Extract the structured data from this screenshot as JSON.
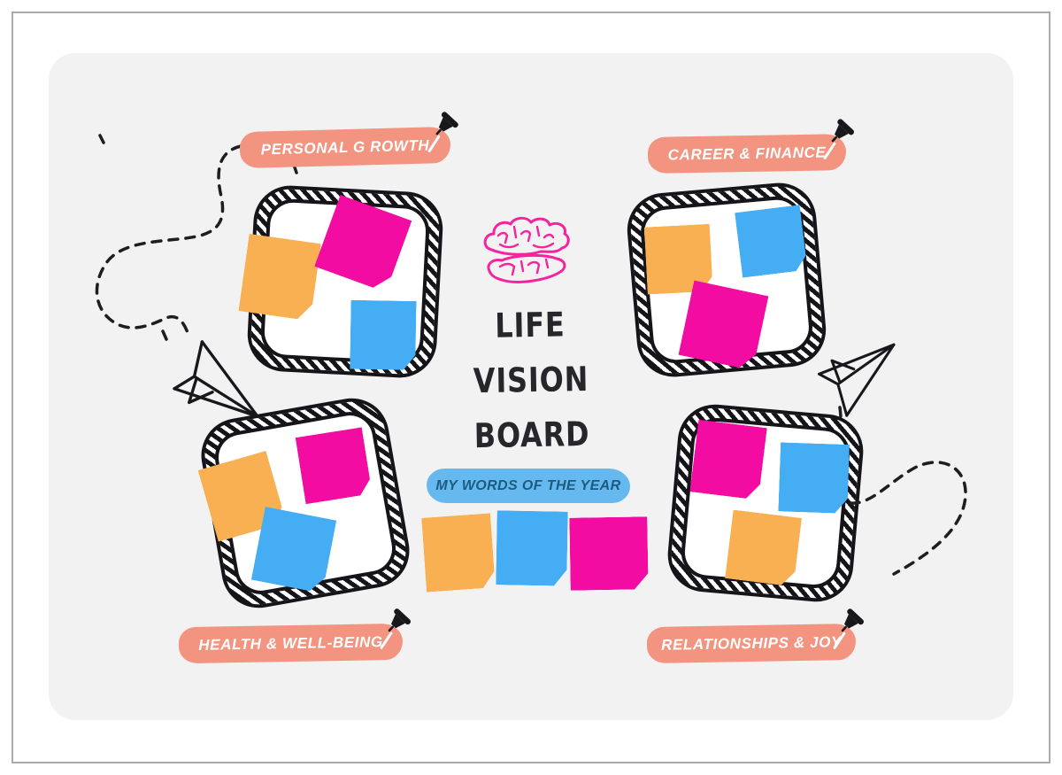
{
  "app": {
    "canvas_bg": "#f2f2f2",
    "page_bg": "#ffffff",
    "frame_border_color": "#ababab",
    "ink_color": "#17171c"
  },
  "title": {
    "lines": [
      "LIFE",
      "VISION",
      "BOARD"
    ],
    "color": "#26262b"
  },
  "brain": {
    "icon": "brain-icon",
    "color": "#f5239e"
  },
  "words_pill": {
    "label": "MY WORDS OF THE YEAR",
    "bg": "#66b9ef",
    "text_color": "#1c5b80"
  },
  "category_pills": {
    "bg": "#f2947f",
    "text_color": "#ffffff",
    "items": [
      {
        "id": "personal-growth",
        "label": "PERSONAL G ROWTH"
      },
      {
        "id": "career-finance",
        "label": "CAREER & FINANCE"
      },
      {
        "id": "health-wellbeing",
        "label": "HEALTH & WELL-BEING"
      },
      {
        "id": "relationships-joy",
        "label": "RELATIONSHIPS & JOY"
      }
    ]
  },
  "sticky_colors": {
    "orange": "#f9b052",
    "magenta": "#f20ca2",
    "blue": "#45adf3"
  },
  "boards": [
    {
      "id": "personal-growth-board",
      "notes": [
        "orange",
        "magenta",
        "blue"
      ]
    },
    {
      "id": "career-finance-board",
      "notes": [
        "orange",
        "blue",
        "magenta"
      ]
    },
    {
      "id": "health-wellbeing-board",
      "notes": [
        "orange",
        "magenta",
        "blue"
      ]
    },
    {
      "id": "relationships-joy-board",
      "notes": [
        "magenta",
        "blue",
        "orange"
      ]
    }
  ],
  "center_notes": [
    "orange",
    "blue",
    "magenta"
  ],
  "decorations": {
    "paper_planes": 2,
    "dashed_connectors": 2,
    "pushpins": 4
  }
}
